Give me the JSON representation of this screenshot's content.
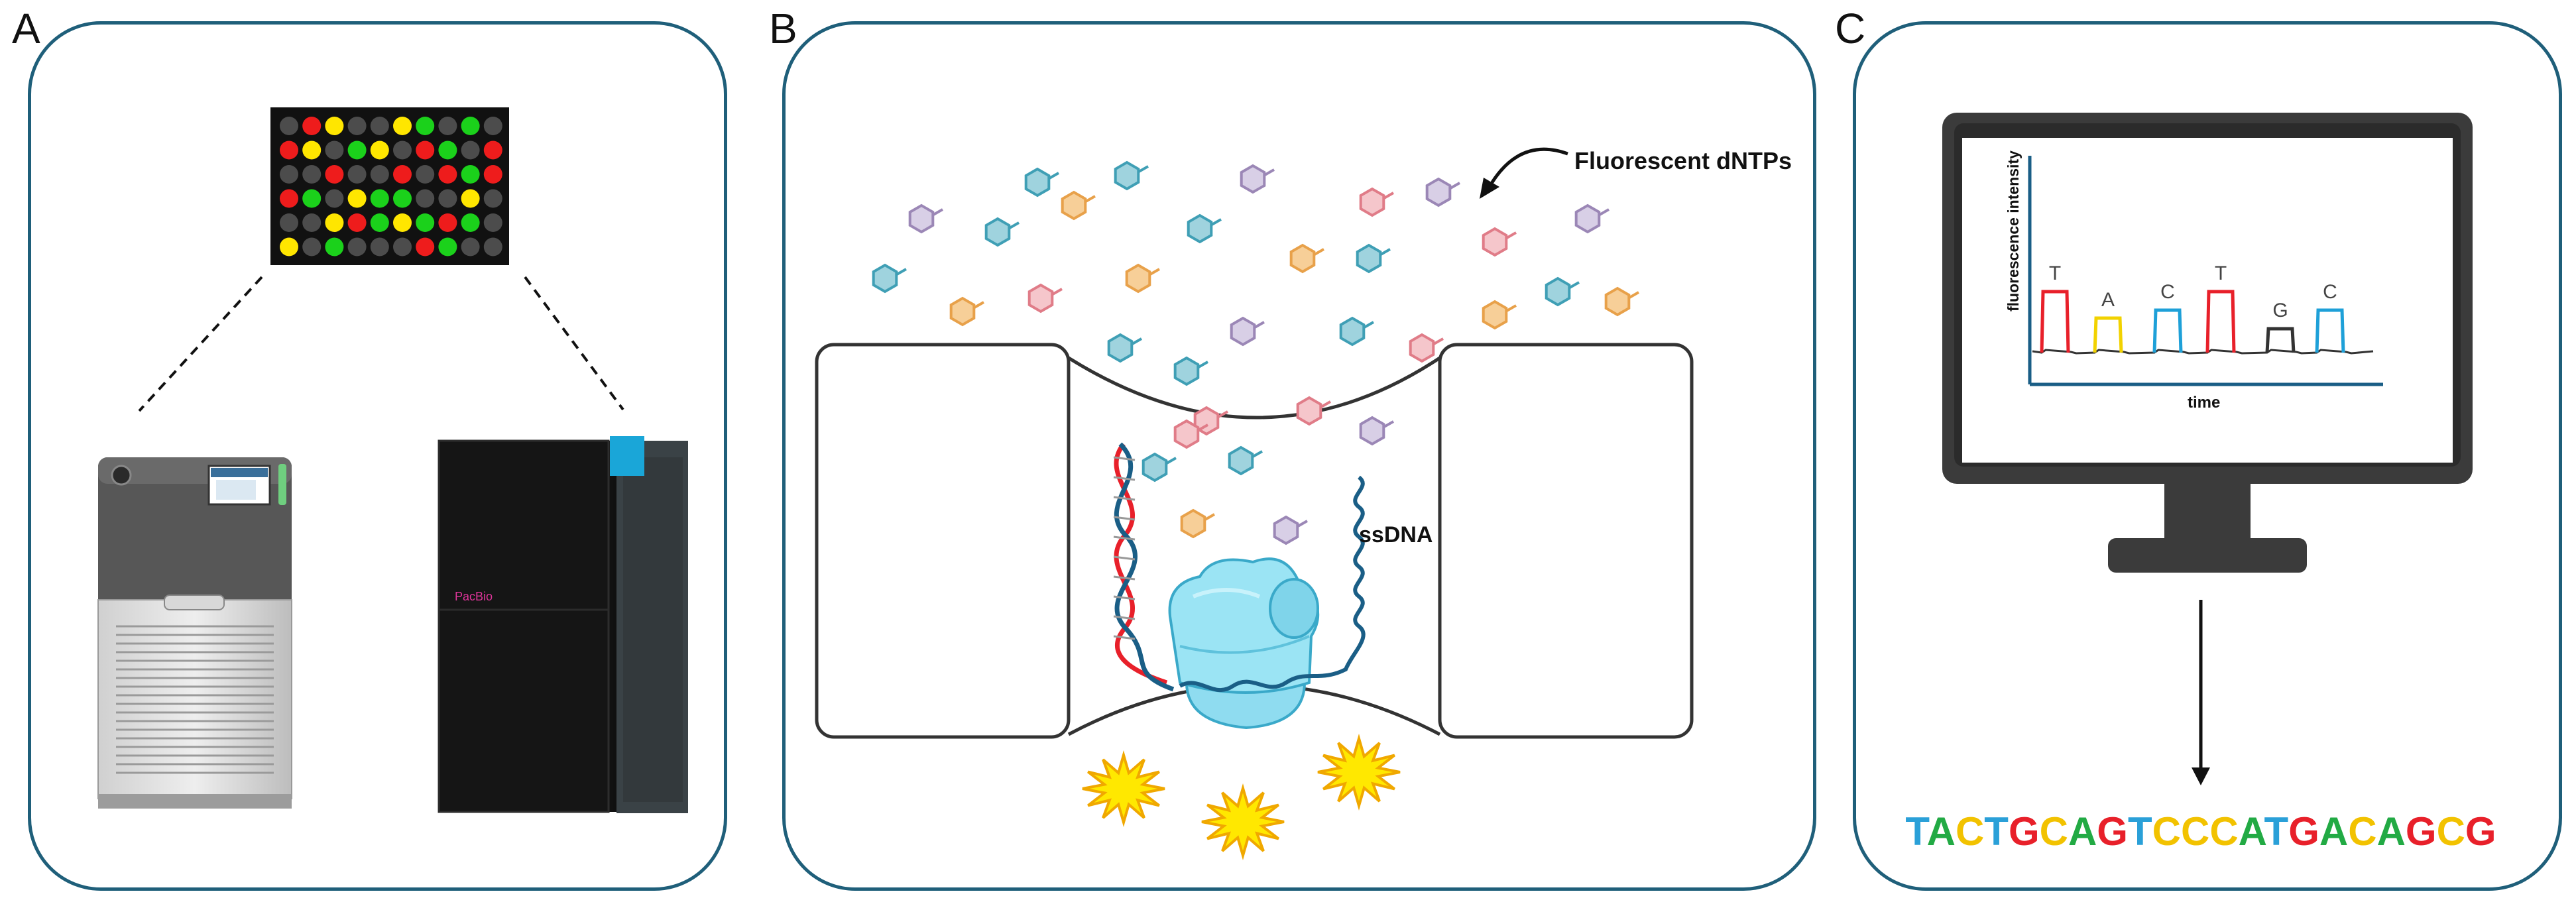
{
  "panels": [
    {
      "letter": "A"
    },
    {
      "letter": "B",
      "label_dntps": "Fluorescent dNTPs",
      "label_ssdna": "ssDNA"
    },
    {
      "letter": "C",
      "trace_letters": [
        "T",
        "A",
        "C",
        "T",
        "G",
        "C"
      ],
      "y_axis_label": "fluorescence intensity",
      "x_axis_label": "time",
      "sequence": "TACTGCAGTCCCATGACAGCG"
    }
  ],
  "instrument_brand": "PacBio",
  "colors": {
    "frame": "#1f5f7a",
    "base_T": "#2aa0d8",
    "base_A": "#22aa44",
    "base_C": "#f2c200",
    "base_G": "#e8202a",
    "trace_red": "#e8202a",
    "trace_yellow": "#f2d200",
    "trace_blue": "#1ea0d8",
    "trace_black": "#333333"
  },
  "chip_grid": [
    [
      "gray",
      "red",
      "yellow",
      "gray",
      "gray",
      "yellow",
      "green",
      "gray",
      "green",
      "gray"
    ],
    [
      "red",
      "yellow",
      "gray",
      "green",
      "yellow",
      "gray",
      "red",
      "green",
      "gray",
      "red"
    ],
    [
      "gray",
      "gray",
      "red",
      "gray",
      "gray",
      "red",
      "gray",
      "red",
      "green",
      "red"
    ],
    [
      "red",
      "green",
      "gray",
      "yellow",
      "green",
      "green",
      "gray",
      "gray",
      "yellow",
      "gray"
    ],
    [
      "gray",
      "gray",
      "yellow",
      "red",
      "green",
      "yellow",
      "green",
      "red",
      "green",
      "gray"
    ],
    [
      "yellow",
      "gray",
      "green",
      "gray",
      "gray",
      "gray",
      "red",
      "green",
      "gray",
      "gray"
    ]
  ]
}
